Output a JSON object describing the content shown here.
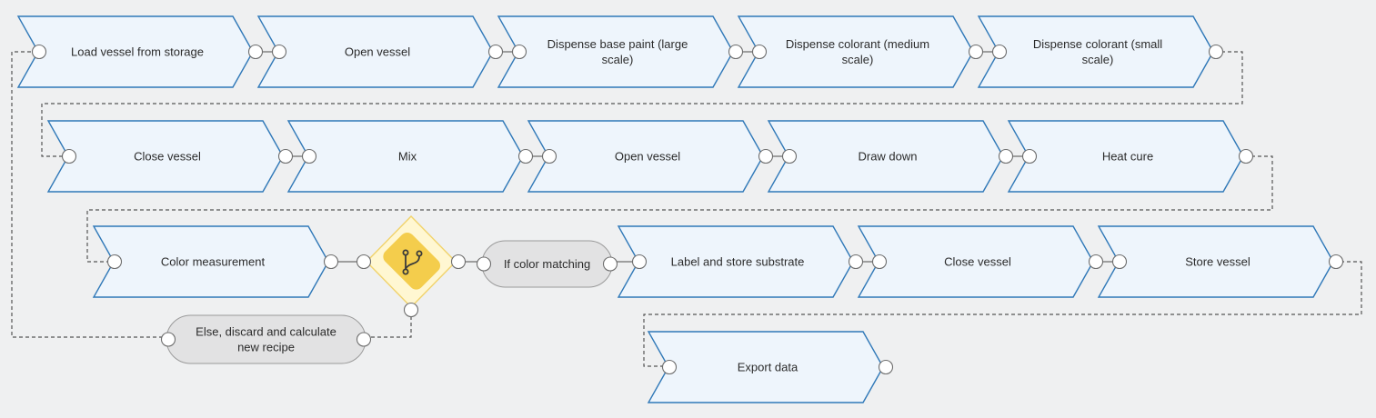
{
  "workflow": {
    "steps": [
      {
        "id": "s1",
        "label": "Load vessel from storage"
      },
      {
        "id": "s2",
        "label": "Open vessel"
      },
      {
        "id": "s3",
        "label": "Dispense base paint (large scale)"
      },
      {
        "id": "s4",
        "label": "Dispense colorant (medium scale)"
      },
      {
        "id": "s5",
        "label": "Dispense colorant (small scale)"
      },
      {
        "id": "s6",
        "label": "Close vessel"
      },
      {
        "id": "s7",
        "label": "Mix"
      },
      {
        "id": "s8",
        "label": "Open vessel"
      },
      {
        "id": "s9",
        "label": "Draw down"
      },
      {
        "id": "s10",
        "label": "Heat cure"
      },
      {
        "id": "s11",
        "label": "Color measurement"
      },
      {
        "id": "s12",
        "label": "Label and store substrate"
      },
      {
        "id": "s13",
        "label": "Close vessel"
      },
      {
        "id": "s14",
        "label": "Store vessel"
      },
      {
        "id": "s15",
        "label": "Export data"
      }
    ],
    "branches": {
      "if": "If color matching",
      "else": "Else, discard and calculate new recipe"
    },
    "gateway": {
      "icon": "git-branch-icon",
      "color": "#f4cd4c"
    }
  }
}
